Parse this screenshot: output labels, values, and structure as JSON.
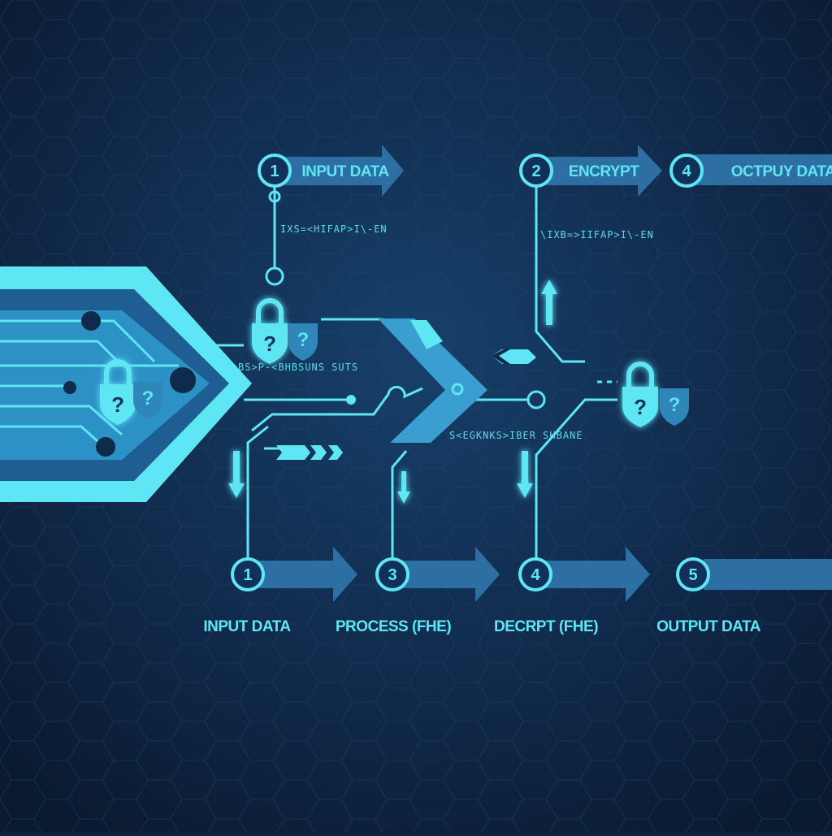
{
  "colors": {
    "background": "#0d2240",
    "accent": "#5fe6f4",
    "arrow": "#2e6fa3"
  },
  "top_steps": [
    {
      "number": "1",
      "label": "INPUT DATA"
    },
    {
      "number": "2",
      "label": "ENCRYPT"
    },
    {
      "number": "4",
      "label": "OCTPUY DATA"
    }
  ],
  "bottom_steps": [
    {
      "number": "1",
      "label": "INPUT DATA"
    },
    {
      "number": "3",
      "label": "PROCESS (FHE)"
    },
    {
      "number": "4",
      "label": "DECRPT (FHE)"
    },
    {
      "number": "5",
      "label": "OUTPUT DATA"
    }
  ],
  "glyph_strings": [
    "IXS=<HIFAP>I\\-EN",
    "\\IXB=>IIFAP>I\\-EN",
    "BS>P-<BHBSUNS SUTS",
    "S<EGKNKS>IBER SHBANE"
  ],
  "icons": [
    "lock-question-icon",
    "shield-question-icon",
    "arrow-up-icon",
    "arrow-down-icon"
  ]
}
